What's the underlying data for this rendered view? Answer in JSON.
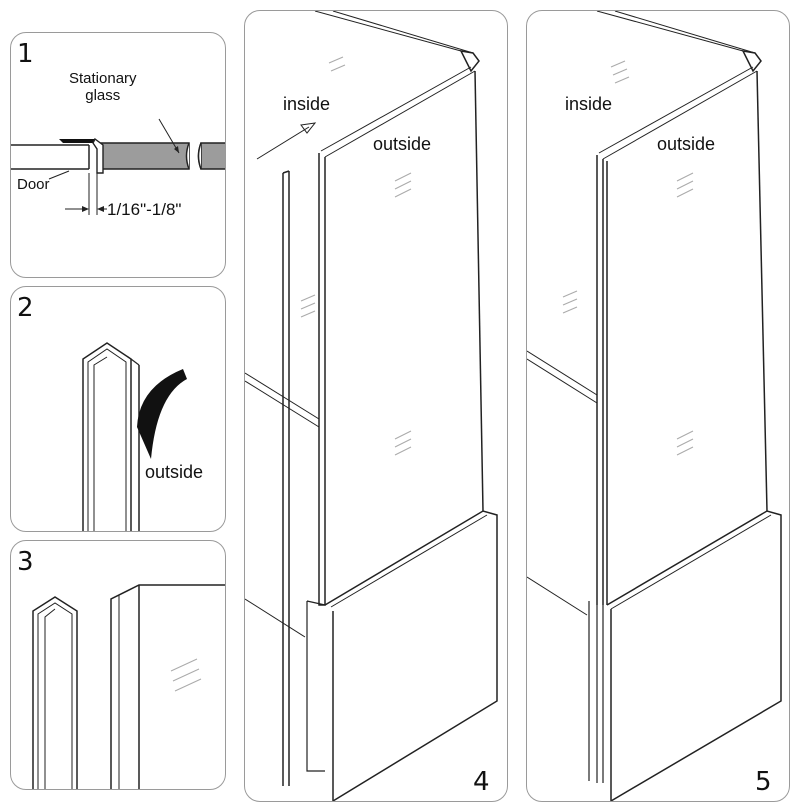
{
  "panels": [
    {
      "number": "1",
      "labels": {
        "stationary_glass": "Stationary\nglass",
        "door": "Door",
        "gap": "1/16\"-1/8\""
      }
    },
    {
      "number": "2",
      "labels": {
        "outside": "outside"
      }
    },
    {
      "number": "3"
    },
    {
      "number": "4",
      "labels": {
        "inside": "inside",
        "outside": "outside"
      }
    },
    {
      "number": "5",
      "labels": {
        "inside": "inside",
        "outside": "outside"
      }
    }
  ],
  "colors": {
    "line": "#222222",
    "border": "#9a9a9a",
    "glass_section": "#9c9c9c",
    "seal": "#111111"
  }
}
